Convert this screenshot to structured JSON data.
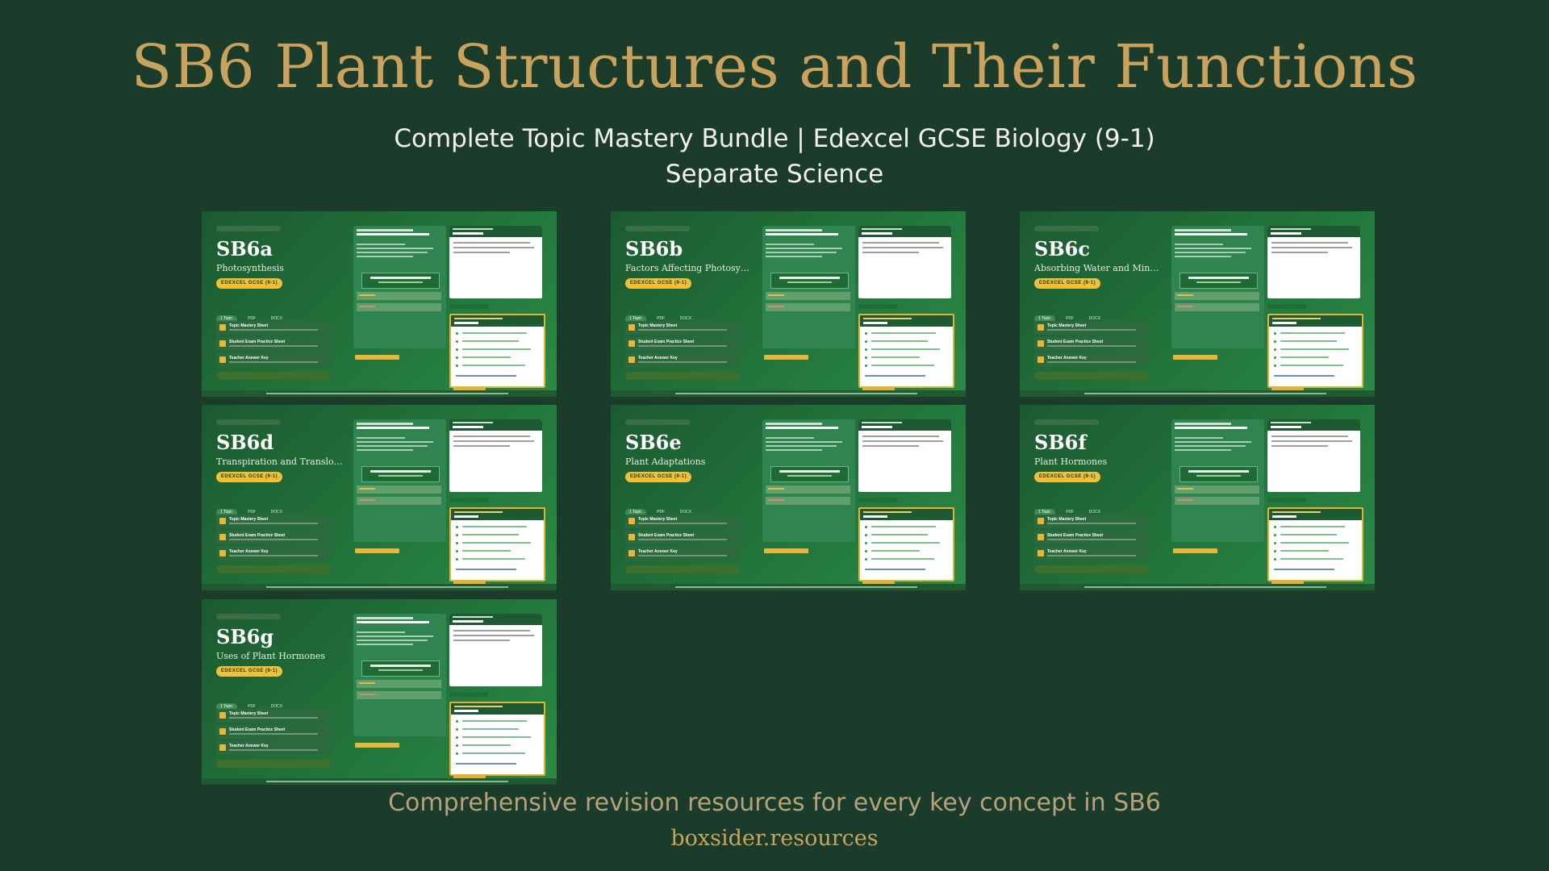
{
  "header": {
    "title": "SB6 Plant Structures and Their Functions",
    "subtitle": "Complete Topic Mastery Bundle | Edexcel GCSE Biology (9-1) Separate Science"
  },
  "footer": {
    "tagline": "Comprehensive revision resources for every key concept in SB6",
    "brand": "boxsider.resources"
  },
  "card_common": {
    "spec_badge": "EDEXCEL GCSE (9-1)",
    "pills": [
      "1 Topic",
      "PDF",
      "DOCX"
    ],
    "rows": [
      "Topic Mastery Sheet",
      "Student Exam Practice Sheet",
      "Teacher Answer Key"
    ]
  },
  "cards": [
    {
      "code": "SB6a",
      "topic": "Photosynthesis"
    },
    {
      "code": "SB6b",
      "topic": "Factors Affecting Photosyn..."
    },
    {
      "code": "SB6c",
      "topic": "Absorbing Water and Minera..."
    },
    {
      "code": "SB6d",
      "topic": "Transpiration and Transloc..."
    },
    {
      "code": "SB6e",
      "topic": "Plant Adaptations"
    },
    {
      "code": "SB6f",
      "topic": "Plant Hormones"
    },
    {
      "code": "SB6g",
      "topic": "Uses of Plant Hormones"
    }
  ]
}
